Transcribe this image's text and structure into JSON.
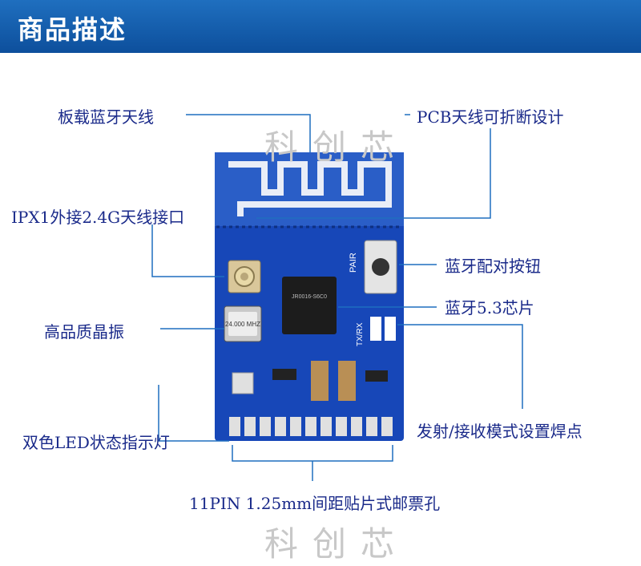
{
  "header": {
    "title": "商品描述"
  },
  "watermark": "科创芯",
  "labels": {
    "antenna": "板载蓝牙天线",
    "pcb_antenna": "PCB天线可折断设计",
    "ipx": "IPX1外接2.4G天线接口",
    "pair_button": "蓝牙配对按钮",
    "chip": "蓝牙5.3芯片",
    "crystal": "高品质晶振",
    "led": "双色LED状态指示灯",
    "mode_pads": "发射/接收模式设置焊点",
    "pins": "11PIN 1.25mm间距贴片式邮票孔"
  },
  "board": {
    "pair_silk": "PAIR",
    "txrx_silk": "TX/RX",
    "crystal_text": "24.000 MHZ",
    "chip_text": "JR0016-S6C0"
  },
  "colors": {
    "banner": "#1f6fbf",
    "line": "#1f6fbf",
    "label": "#1a2a8a",
    "pcb": "#1747b8"
  }
}
